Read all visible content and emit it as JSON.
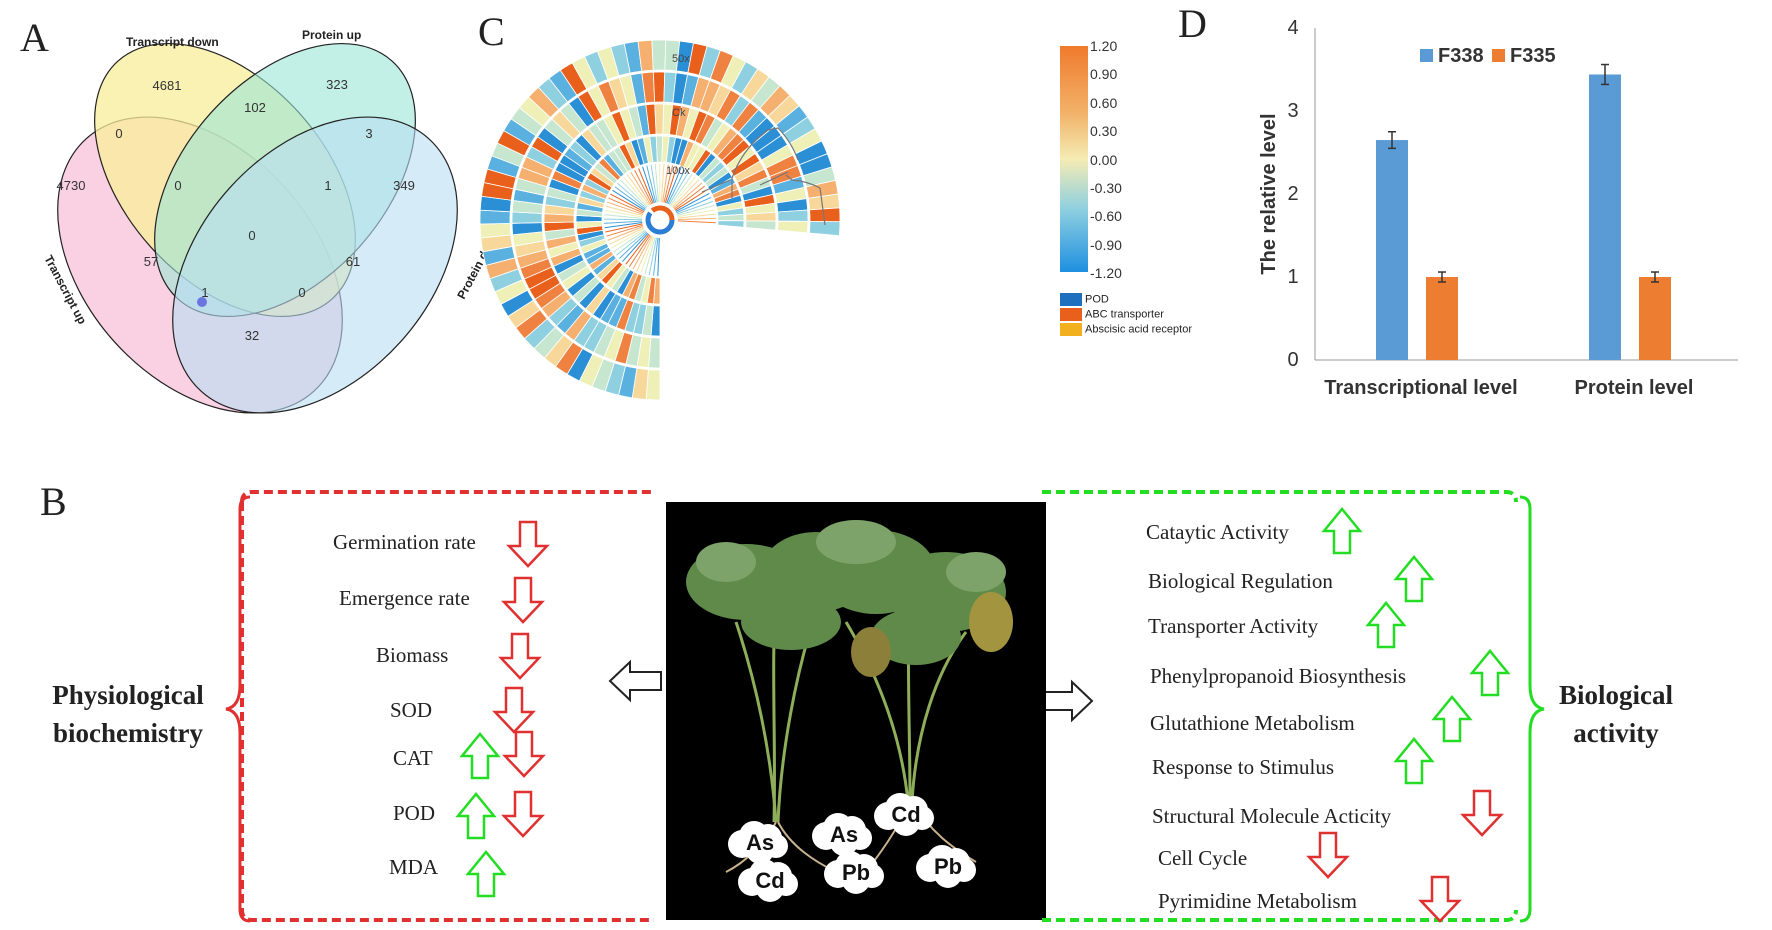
{
  "panels": {
    "A": "A",
    "B": "B",
    "C": "C",
    "D": "D"
  },
  "venn": {
    "set_labels": [
      "Transcript down",
      "Protein up",
      "Transcript up",
      "Protein down"
    ],
    "counts": [
      {
        "value": "4681"
      },
      {
        "value": "323"
      },
      {
        "value": "102"
      },
      {
        "value": "0"
      },
      {
        "value": "3"
      },
      {
        "value": "4730"
      },
      {
        "value": "0"
      },
      {
        "value": "1"
      },
      {
        "value": "349"
      },
      {
        "value": "0"
      },
      {
        "value": "57"
      },
      {
        "value": "61"
      },
      {
        "value": "1"
      },
      {
        "value": "0"
      },
      {
        "value": "32"
      }
    ],
    "colors": {
      "yellow": "#f8ee9a",
      "teal": "#9be6d6",
      "pink": "#f7c6dc",
      "blue": "#b9ddf4"
    }
  },
  "heatmap": {
    "ring_labels": [
      "50x",
      "Ck",
      "100x"
    ],
    "colorbar_ticks": [
      "1.20",
      "0.90",
      "0.60",
      "0.30",
      "0.00",
      "-0.30",
      "-0.60",
      "-0.90",
      "-1.20"
    ],
    "legend": [
      {
        "label": "POD",
        "color": "#1f6fbf"
      },
      {
        "label": "ABC transporter",
        "color": "#e8601c"
      },
      {
        "label": "Abscisic acid receptor",
        "color": "#f2b01e"
      }
    ]
  },
  "chart_data": {
    "type": "bar",
    "categories": [
      "Transcriptional level",
      "Protein level"
    ],
    "series": [
      {
        "name": "F338",
        "values": [
          2.65,
          3.44
        ],
        "errors": [
          0.1,
          0.12
        ],
        "color": "#5b9bd5"
      },
      {
        "name": "F335",
        "values": [
          1.0,
          1.0
        ],
        "errors": [
          0.06,
          0.06
        ],
        "color": "#ed7d31"
      }
    ],
    "ylabel": "The relative level",
    "ylim": [
      0,
      4
    ],
    "yticks": [
      "0",
      "1",
      "2",
      "3",
      "4"
    ],
    "legend_position": "top"
  },
  "physiology": {
    "title_line1": "Physiological",
    "title_line2": "biochemistry",
    "items": [
      {
        "label": "Germination rate",
        "trend": "down"
      },
      {
        "label": "Emergence rate",
        "trend": "down"
      },
      {
        "label": "Biomass",
        "trend": "down"
      },
      {
        "label": "SOD",
        "trend": "down"
      },
      {
        "label": "CAT",
        "trend": "up and down"
      },
      {
        "label": "POD",
        "trend": "up and down"
      },
      {
        "label": "MDA",
        "trend": "up"
      }
    ]
  },
  "biological": {
    "title_line1": "Biological",
    "title_line2": "activity",
    "items": [
      {
        "label": "Cataytic Activity",
        "trend": "up"
      },
      {
        "label": "Biological Regulation",
        "trend": "up"
      },
      {
        "label": "Transporter Activity",
        "trend": "up"
      },
      {
        "label": "Phenylpropanoid Biosynthesis",
        "trend": "up"
      },
      {
        "label": "Glutathione Metabolism",
        "trend": "up"
      },
      {
        "label": "Response to Stimulus",
        "trend": "up"
      },
      {
        "label": "Structural Molecule Acticity",
        "trend": "down"
      },
      {
        "label": "Cell Cycle",
        "trend": "down"
      },
      {
        "label": "Pyrimidine Metabolism",
        "trend": "down"
      }
    ]
  },
  "metals": [
    "As",
    "Cd",
    "As",
    "Cd",
    "Pb",
    "Pb"
  ],
  "arrow_colors": {
    "up": "#22dd22",
    "down": "#e03030"
  }
}
